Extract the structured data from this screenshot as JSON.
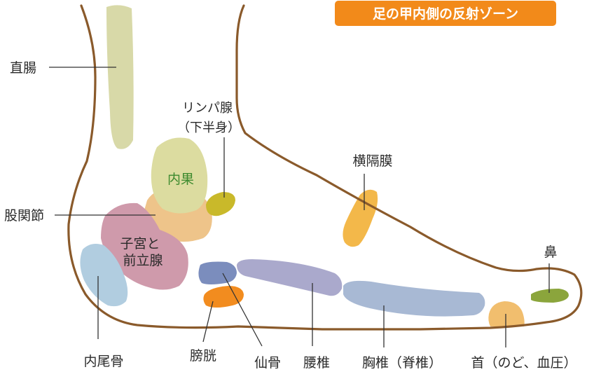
{
  "title": "足の甲内側の反射ゾーン",
  "colors": {
    "outline": "#8a5a2b",
    "title_bg": "#f28a1a",
    "rectum": "#d8d9a8",
    "ankle": "#dcdca0",
    "lymph": "#c9b92a",
    "hip": "#eec48a",
    "uterus": "#cf9aab",
    "coccyx": "#b1cde0",
    "diaphragm": "#f3b84a",
    "sacrum": "#7b8dbd",
    "bladder": "#f28c1f",
    "lumbar": "#aaa9cc",
    "thoracic": "#a8b9d4",
    "neck": "#f1be6e",
    "nose": "#8ba53c"
  },
  "labels": {
    "rectum": "直腸",
    "lymph_1": "リンパ腺",
    "lymph_2": "（下半身）",
    "ankle": "内果",
    "diaphragm": "横隔膜",
    "hip": "股関節",
    "uterus_1": "子宮と",
    "uterus_2": "前立腺",
    "nose": "鼻",
    "coccyx": "内尾骨",
    "bladder": "膀胱",
    "sacrum": "仙骨",
    "lumbar": "腰椎",
    "thoracic": "胸椎（脊椎）",
    "neck": "首（のど、血圧）"
  }
}
